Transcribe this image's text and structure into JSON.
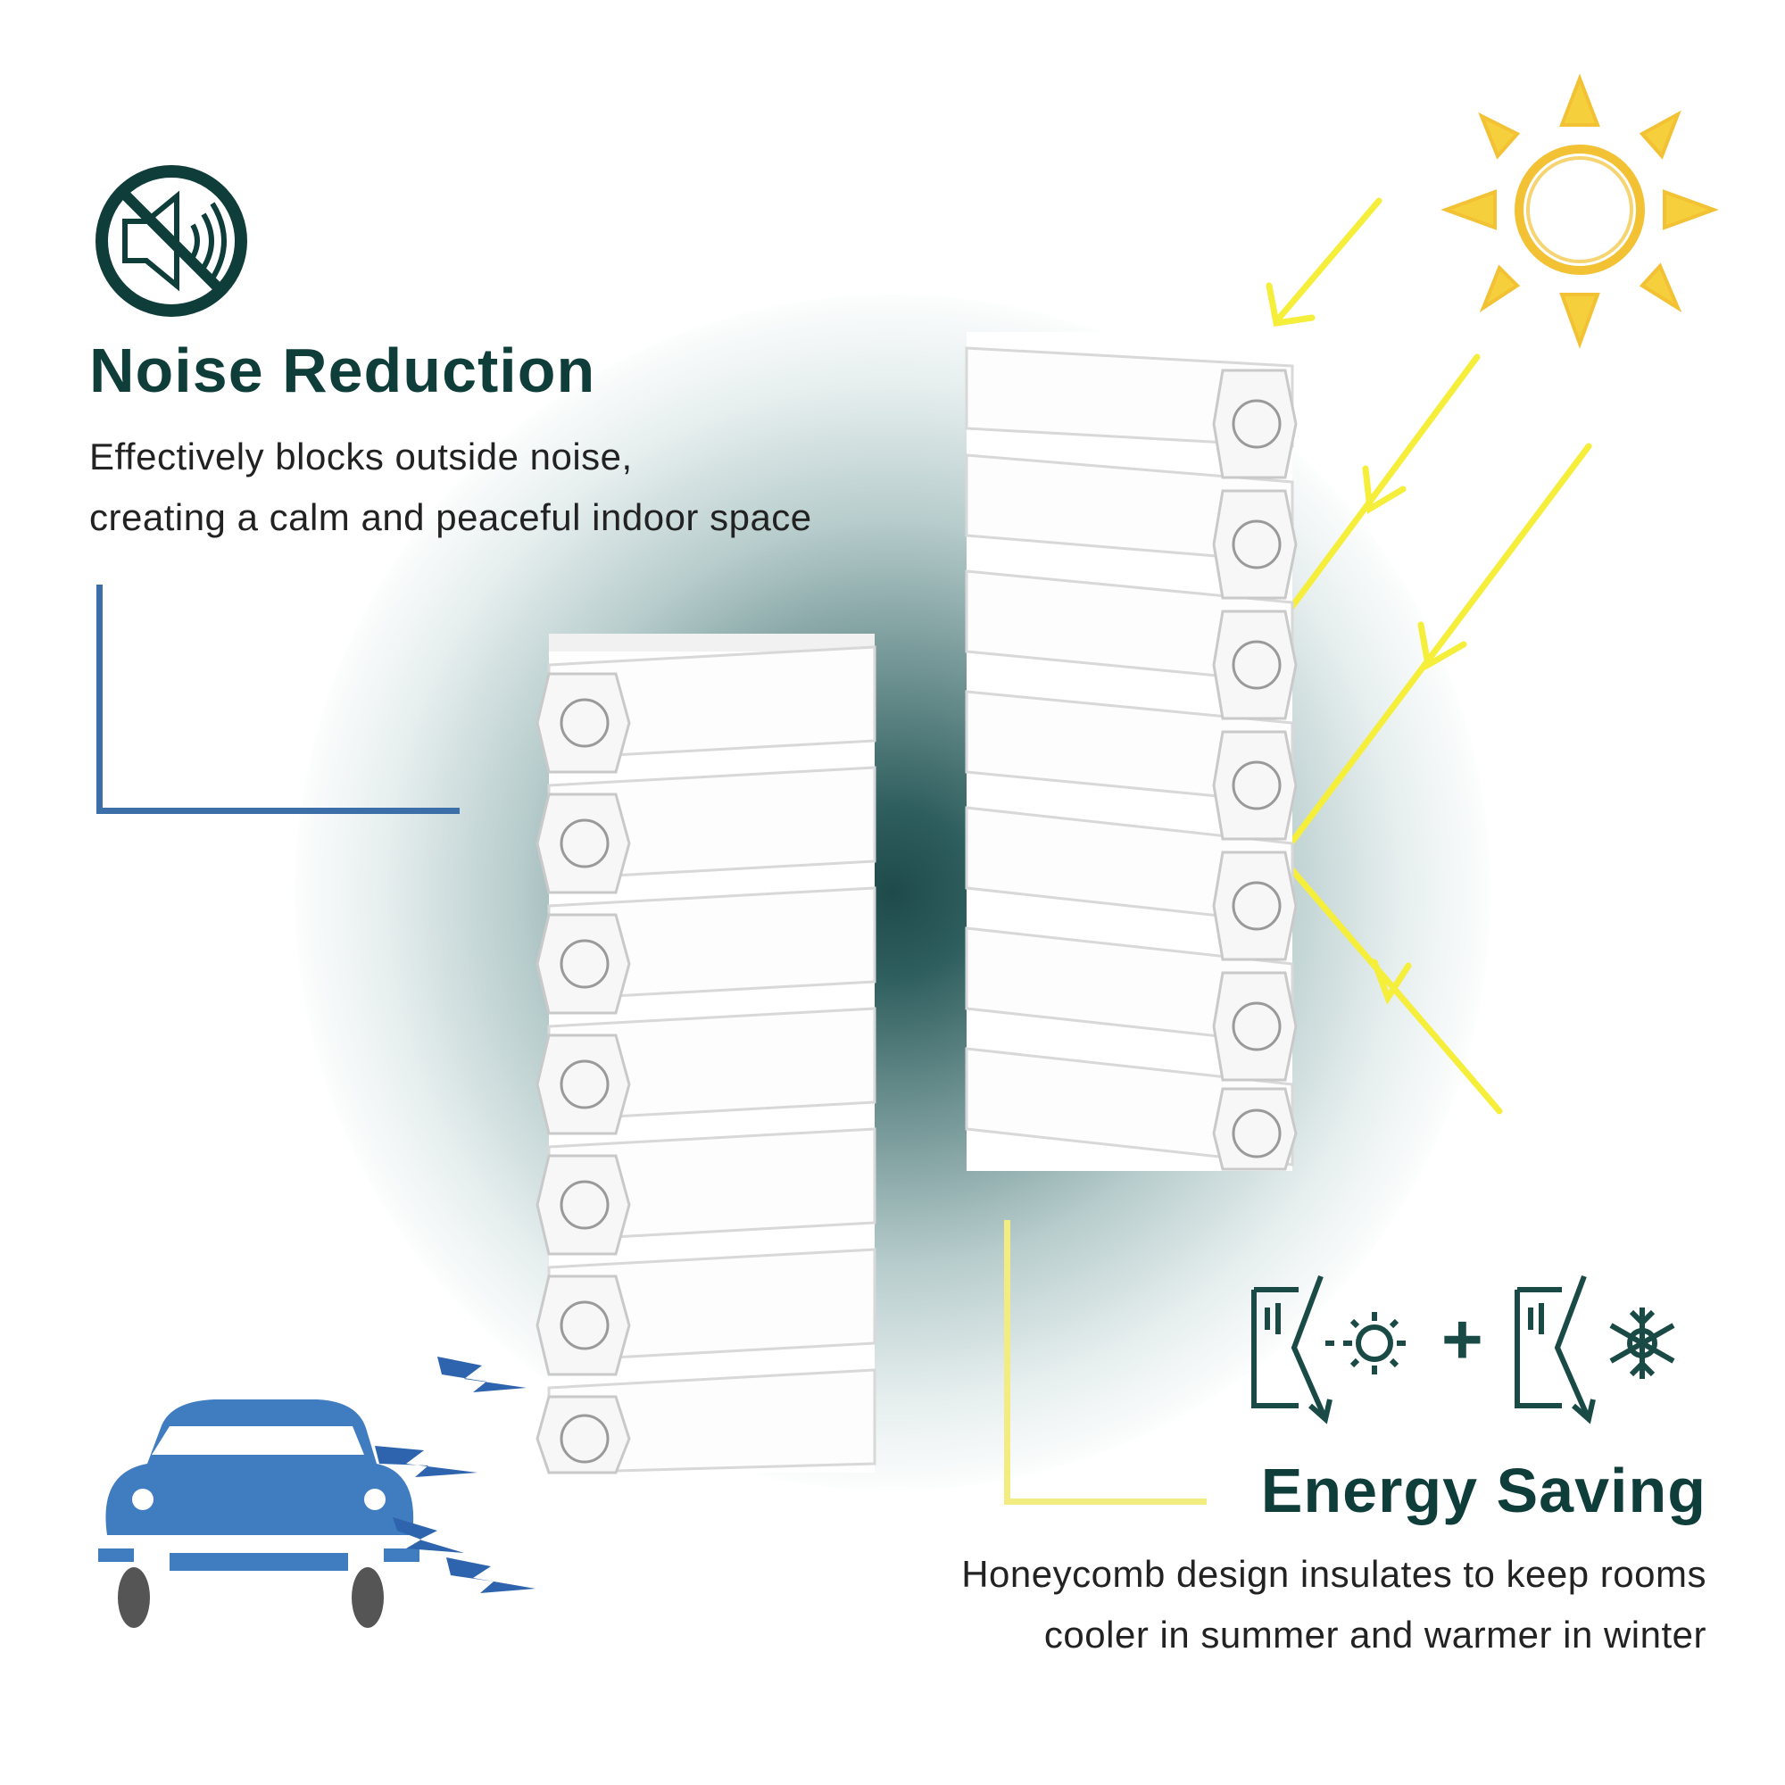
{
  "noise": {
    "title": "Noise Reduction",
    "line1": "Effectively blocks outside noise,",
    "line2": "creating a calm and peaceful indoor space",
    "icon": "no-sound-icon",
    "accent": "#3c6ea8"
  },
  "energy": {
    "title": "Energy Saving",
    "line1": "Honeycomb design insulates to keep rooms",
    "line2": "cooler in summer and warmer in winter",
    "plus": "+",
    "icons": [
      "window-sun-icon",
      "window-snowflake-icon"
    ],
    "accent": "#f3ec80"
  },
  "colors": {
    "title": "#0f3d3a",
    "sun": "#f6cf3c",
    "rays": "#f5ee3a",
    "car": "#3f7cc0",
    "bolts": "#2e64ad"
  }
}
